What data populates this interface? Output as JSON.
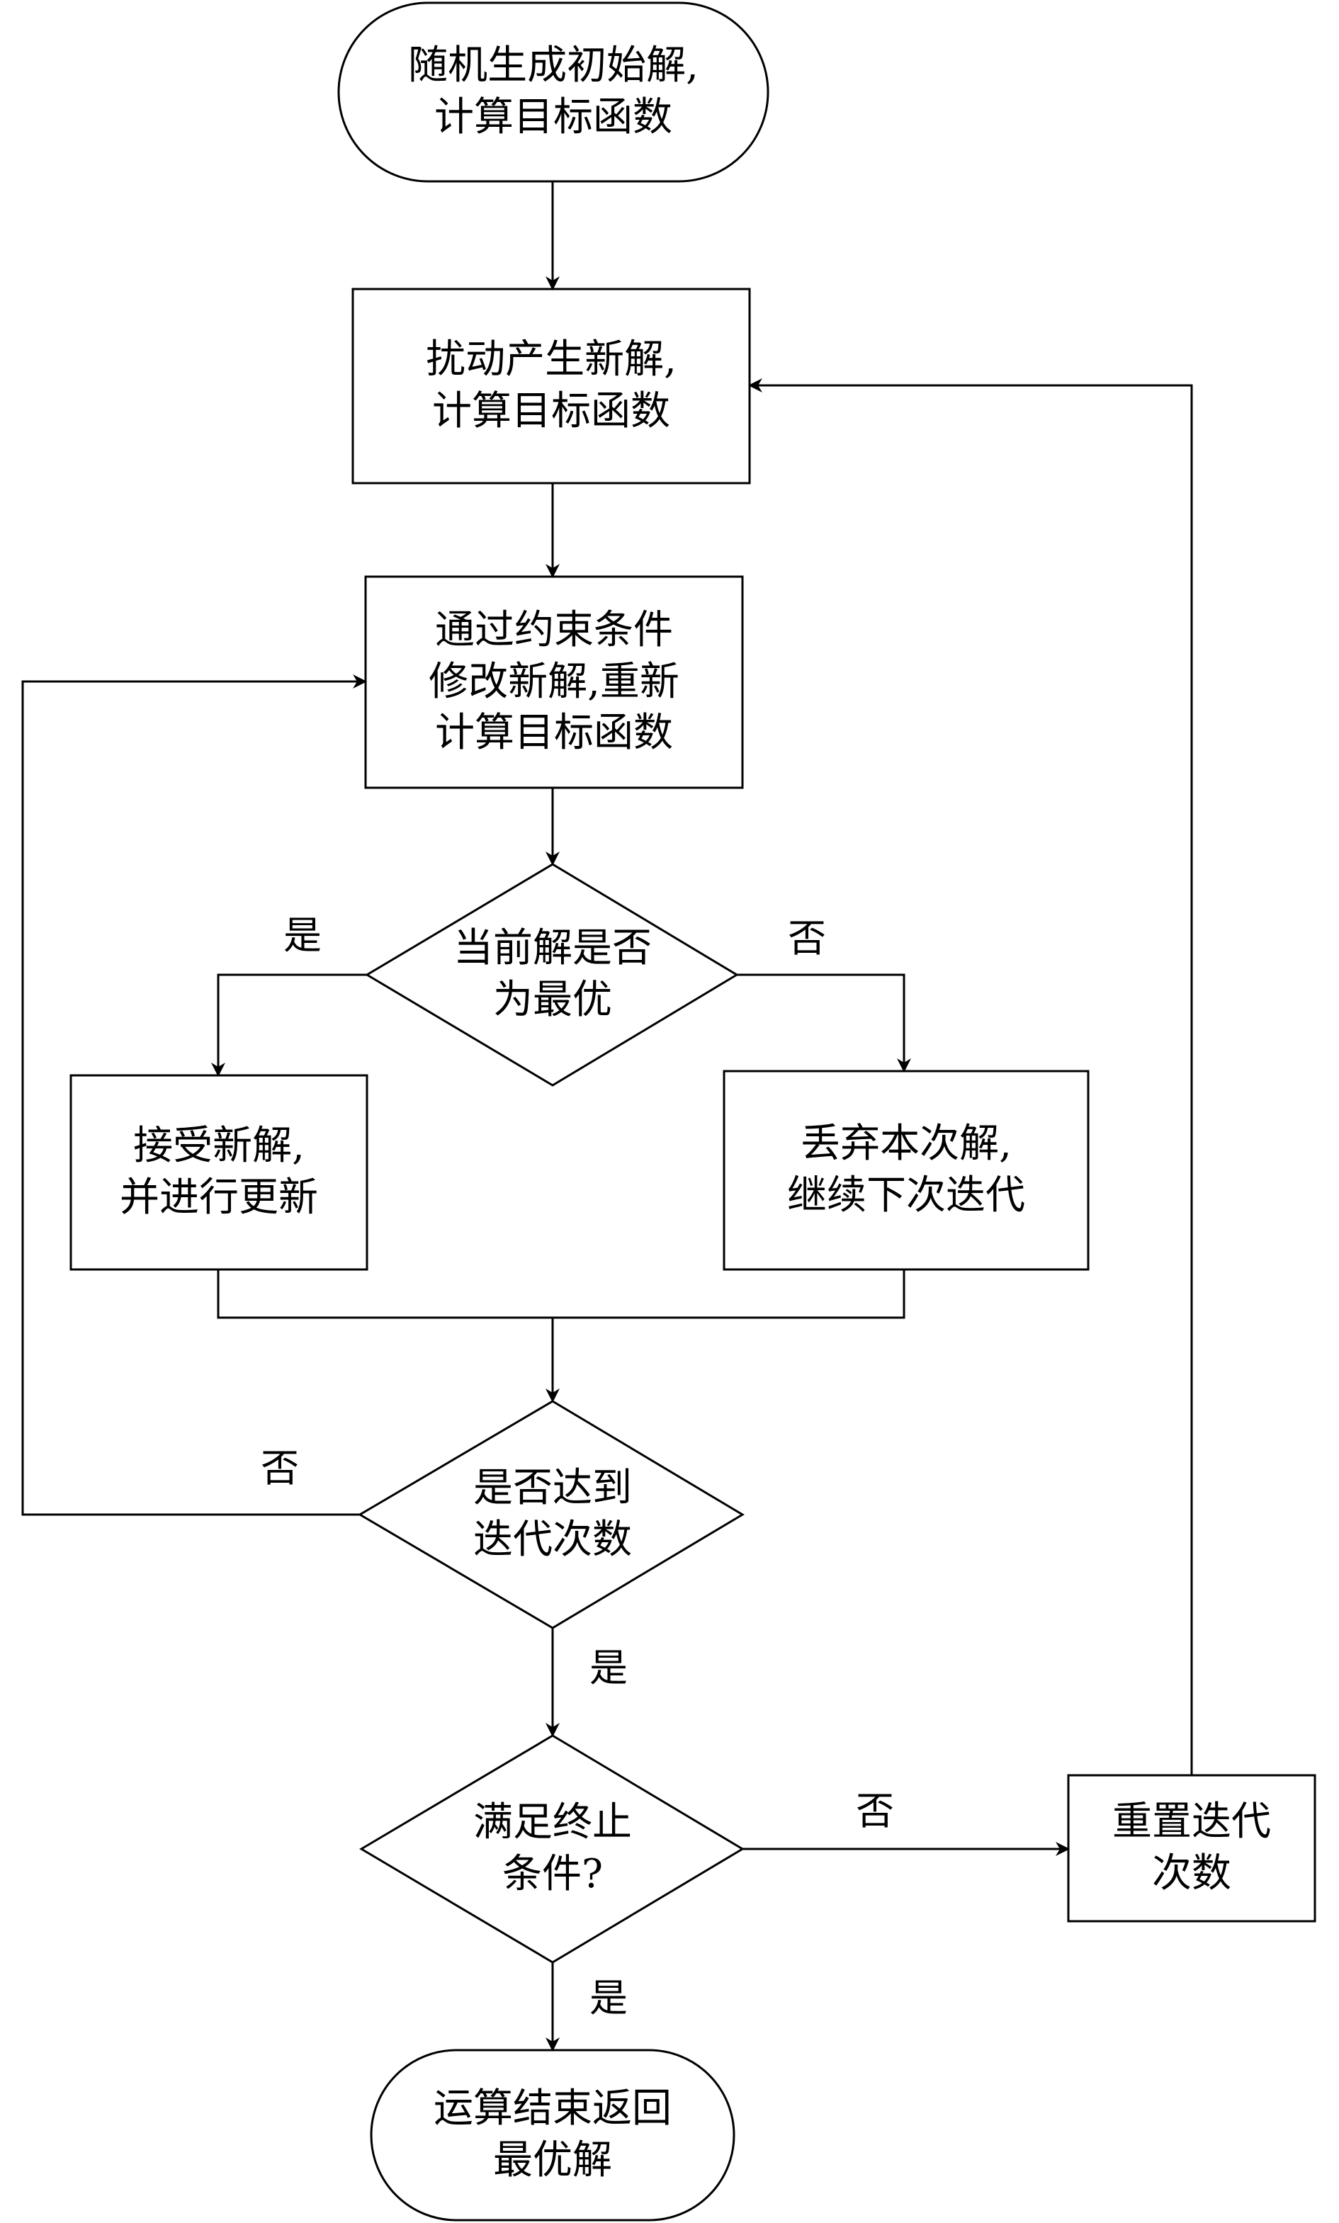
{
  "flowchart": {
    "start": {
      "line1": "随机生成初始解,",
      "line2": "计算目标函数"
    },
    "perturb": {
      "line1": "扰动产生新解,",
      "line2": "计算目标函数"
    },
    "constraint": {
      "line1": "通过约束条件",
      "line2": "修改新解,重新",
      "line3": "计算目标函数"
    },
    "decision_optimal": {
      "line1": "当前解是否",
      "line2": "为最优"
    },
    "accept": {
      "line1": "接受新解,",
      "line2": "并进行更新"
    },
    "discard": {
      "line1": "丢弃本次解,",
      "line2": "继续下次迭代"
    },
    "decision_iterations": {
      "line1": "是否达到",
      "line2": "迭代次数"
    },
    "decision_terminate": {
      "line1": "满足终止",
      "line2": "条件?"
    },
    "reset": {
      "line1": "重置迭代",
      "line2": "次数"
    },
    "end": {
      "line1": "运算结束返回",
      "line2": "最优解"
    }
  },
  "edge_labels": {
    "optimal_yes": "是",
    "optimal_no": "否",
    "iterations_no": "否",
    "iterations_yes": "是",
    "terminate_no": "否",
    "terminate_yes": "是"
  }
}
